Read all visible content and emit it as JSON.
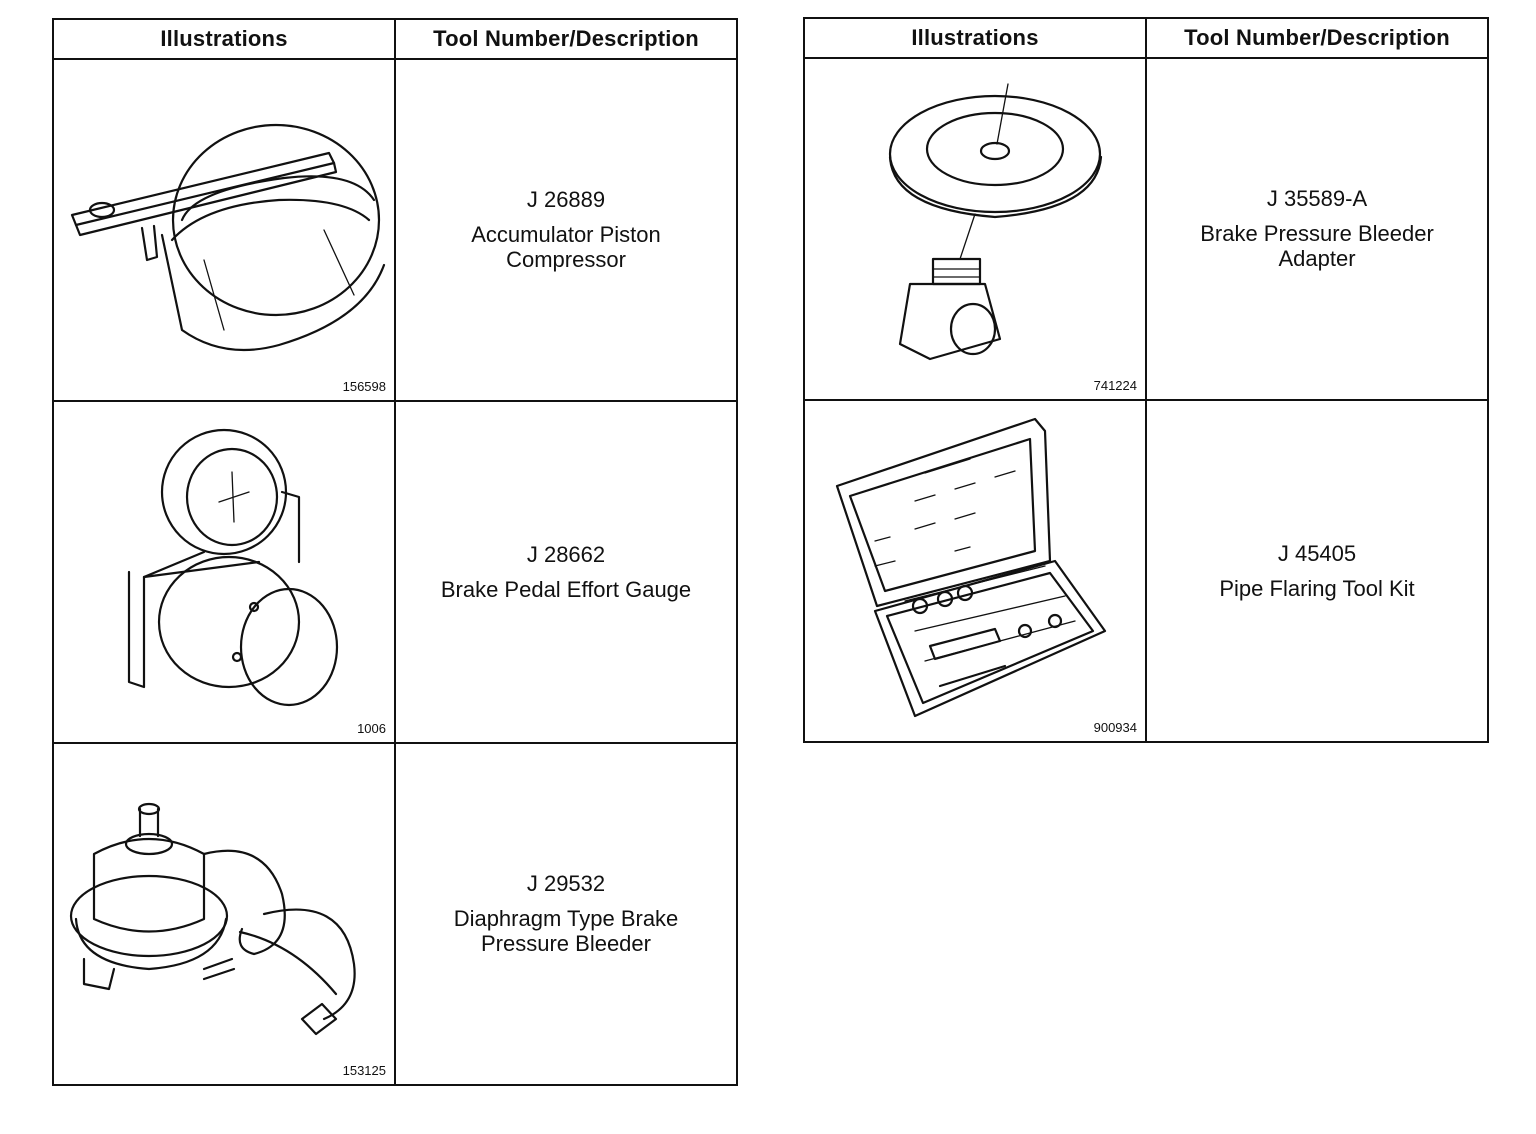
{
  "tables": [
    {
      "header": {
        "illustrations": "Illustrations",
        "tool": "Tool Number/Description"
      },
      "rows": [
        {
          "figure_number": "156598",
          "tool_number": "J 26889",
          "description": "Accumulator Piston Compressor",
          "icon": "accumulator-piston-compressor-icon"
        },
        {
          "figure_number": "1006",
          "tool_number": "J 28662",
          "description": "Brake Pedal Effort Gauge",
          "icon": "brake-pedal-effort-gauge-icon"
        },
        {
          "figure_number": "153125",
          "tool_number": "J 29532",
          "description": "Diaphragm Type Brake Pressure Bleeder",
          "icon": "diaphragm-brake-pressure-bleeder-icon"
        }
      ]
    },
    {
      "header": {
        "illustrations": "Illustrations",
        "tool": "Tool Number/Description"
      },
      "rows": [
        {
          "figure_number": "741224",
          "tool_number": "J 35589-A",
          "description": "Brake Pressure Bleeder Adapter",
          "icon": "brake-pressure-bleeder-adapter-icon"
        },
        {
          "figure_number": "900934",
          "tool_number": "J 45405",
          "description": "Pipe Flaring Tool Kit",
          "icon": "pipe-flaring-tool-kit-icon"
        }
      ]
    }
  ]
}
